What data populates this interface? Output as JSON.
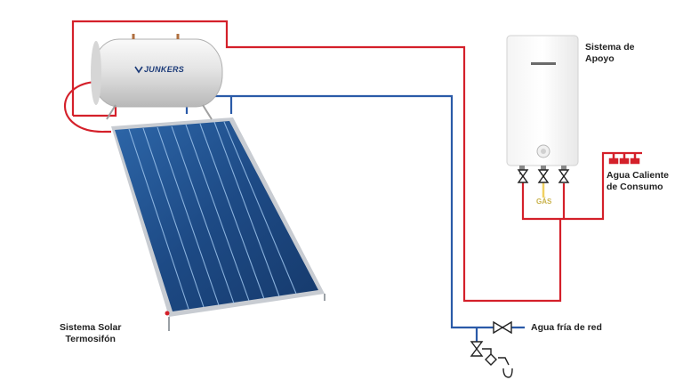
{
  "labels": {
    "sistema_apoyo_line1": "Sistema de",
    "sistema_apoyo_line2": "Apoyo",
    "agua_caliente_line1": "Agua Caliente",
    "agua_caliente_line2": "de Consumo",
    "agua_fria": "Agua fría de red",
    "sistema_solar_line1": "Sistema Solar",
    "sistema_solar_line2": "Termosifón",
    "gas": "GÁS",
    "tank_brand": "JUNKERS"
  },
  "colors": {
    "hot_pipe": "#d4202a",
    "cold_pipe": "#2a5aa8",
    "gas_pipe": "#f0d060",
    "panel": "#1e4f8c",
    "tank": "#e9e9e9"
  }
}
